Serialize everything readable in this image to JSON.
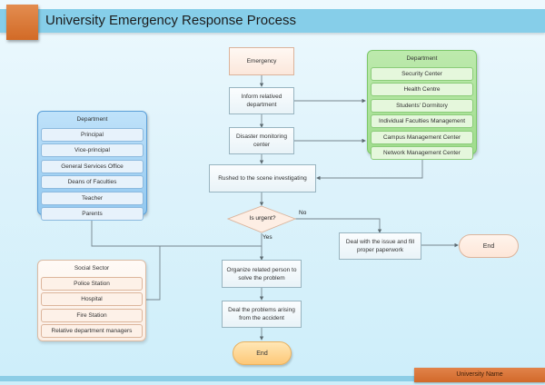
{
  "header": {
    "title": "University Emergency Response Process"
  },
  "footer": {
    "university_name": "University Name"
  },
  "flow": {
    "emergency": "Emergency",
    "inform": "Inform relatived department",
    "monitoring": "Disaster monitoring center",
    "rushed": "Rushed to the scene investigating",
    "decision": "Is urgent?",
    "no_label": "No",
    "yes_label": "Yes",
    "deal_issue": "Deal with the issue and fill proper paperwork",
    "end_right": "End",
    "organize": "Organize related person to solve the problem",
    "deal_problems": "Deal the problems arising from the accident",
    "end_bottom": "End"
  },
  "right_department": {
    "title": "Department",
    "items": [
      "Security Center",
      "Health Centre",
      "Students' Dormitory",
      "Individual Faculties Management",
      "Campus Management Center",
      "Network Management Center"
    ]
  },
  "left_department": {
    "title": "Department",
    "items": [
      "Principal",
      "Vice-principal",
      "General Services Office",
      "Deans of Faculties",
      "Teacher",
      "Parents"
    ]
  },
  "social_sector": {
    "title": "Social Sector",
    "items": [
      "Police Station",
      "Hospital",
      "Fire Station",
      "Relative department managers"
    ]
  },
  "colors": {
    "title_bar": "#86cee9",
    "accent_orange": "#d87a3a",
    "connector": "#6f7f88"
  }
}
